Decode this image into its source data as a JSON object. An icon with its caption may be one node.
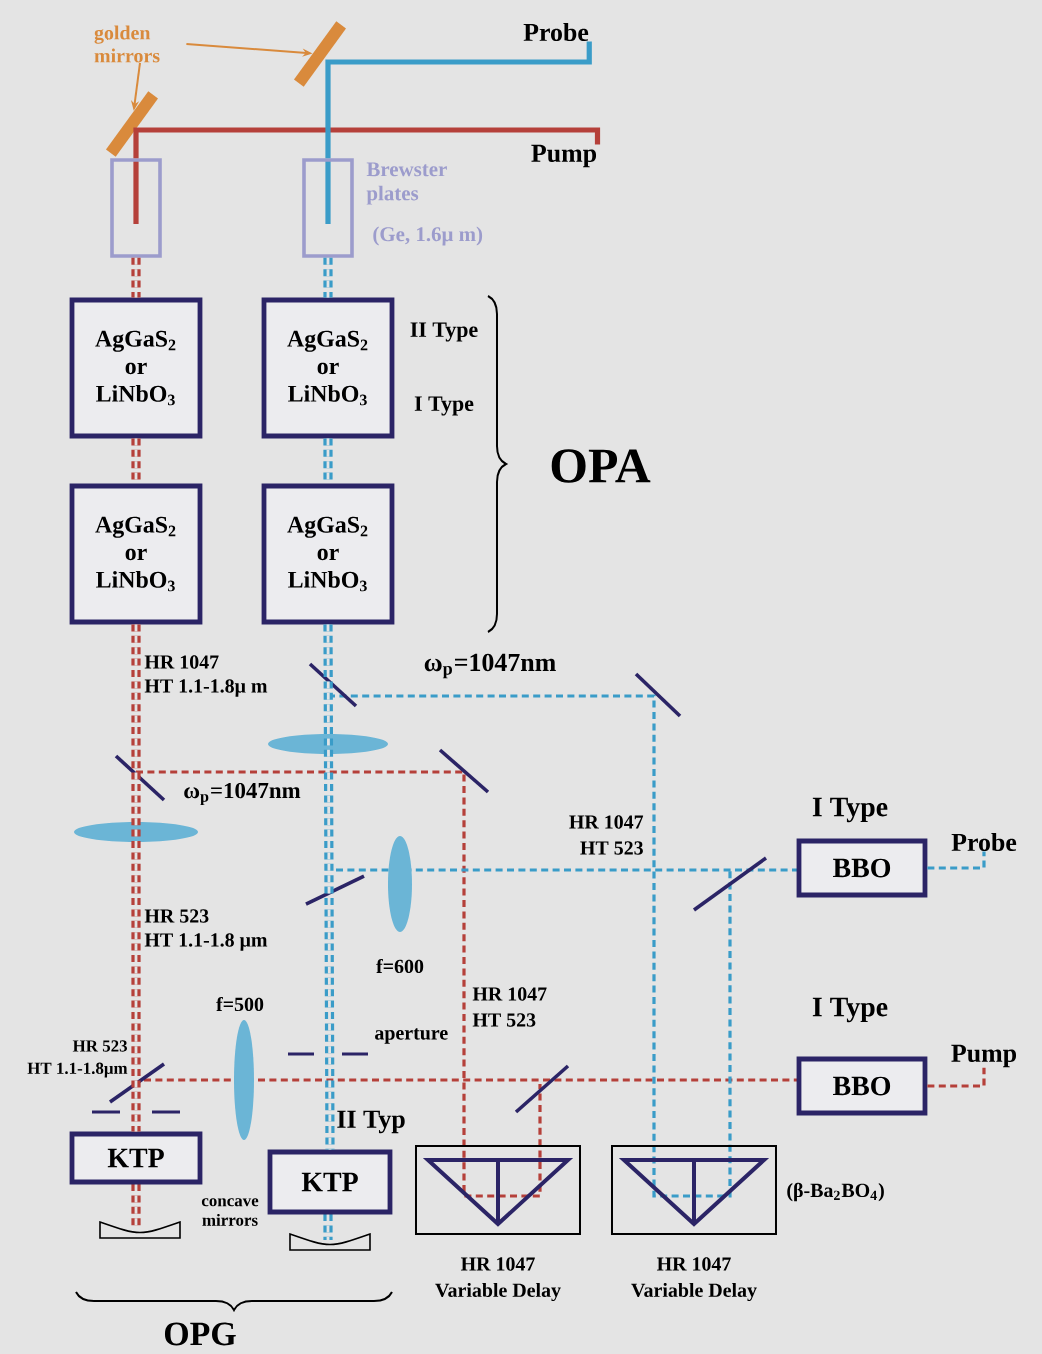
{
  "diagram": {
    "nodes": [
      {
        "text": [
          "golden mirrors"
        ]
      },
      {
        "text": [],
        "shape": "box"
      },
      {
        "text": [],
        "shape": "box",
        "beside": [
          "Brewster plates",
          "(Ge, 1.6μ m)"
        ]
      },
      {
        "text": [
          "AgGaS$_{2}$ or LiNbO$_{3}$"
        ]
      },
      {
        "text": [
          "AgGaS$_{2}$ or LiNbO$_{3}$"
        ],
        "beside": [
          "II Type",
          "I Type"
        ]
      },
      {
        "text": [
          "AgGaS$_{2}$ or LiNbO$_{3}$"
        ]
      },
      {
        "text": [
          "AgGaS$_{2}$ or LiNbO$_{3}$"
        ]
      },
      {
        "text": [
          "BBO"
        ],
        "beside": [
          "I Type"
        ]
      },
      {
        "text": [
          "BBO"
        ],
        "beside": [
          "I Type"
        ]
      },
      {
        "text": [
          "KTP"
        ]
      },
      {
        "text": [
          "KTP"
        ]
      },
      {
        "text": [],
        "shape": "box",
        "beside": [
          "HR 1047",
          "Variable Delay"
        ]
      },
      {
        "text": [],
        "shape": "box",
        "beside": [
          "HR 1047",
          "Variable Delay",
          "(β-Ba$_{2}$BO$_{4}$)"
        ]
      },
      {
        "text": [],
        "shape": "mirror"
      },
      {
        "text": [],
        "shape": "mirror"
      },
      {
        "text": [
          "Pump"
        ]
      },
      {
        "text": [
          "Probe"
        ]
      },
      {
        "text": [
          "Probe"
        ]
      },
      {
        "text": [
          "Pump"
        ]
      }
    ],
    "edges": [
      {
        "from": 0,
        "to": 13,
        "arrow": "to",
        "color": "#d98a3c"
      },
      {
        "from": 0,
        "to": 14,
        "arrow": "to",
        "color": "#d98a3c"
      },
      {
        "from": 1,
        "to": 3,
        "arrow": "none",
        "style": "dashed",
        "color": "#b5403a"
      },
      {
        "from": 2,
        "to": 4,
        "arrow": "none",
        "style": "dashed",
        "color": "#3a9cc8"
      },
      {
        "from": 3,
        "to": 5,
        "arrow": "none",
        "style": "dashed",
        "color": "#b5403a"
      },
      {
        "from": 4,
        "to": 6,
        "arrow": "none",
        "style": "dashed",
        "color": "#3a9cc8"
      },
      {
        "from": 5,
        "to": 9,
        "arrow": "none",
        "style": "dashed",
        "color": "#b5403a"
      },
      {
        "from": 6,
        "to": 10,
        "arrow": "none",
        "style": "dashed",
        "color": "#3a9cc8"
      },
      {
        "from": 15,
        "to": 1,
        "arrow": "none",
        "color": "#b5403a"
      },
      {
        "from": 16,
        "to": 2,
        "arrow": "none",
        "color": "#3a9cc8"
      },
      {
        "from": 7,
        "to": 17,
        "arrow": "none",
        "style": "dashed",
        "color": "#3a9cc8"
      },
      {
        "from": 8,
        "to": 18,
        "arrow": "none",
        "style": "dashed",
        "color": "#b5403a"
      }
    ],
    "labels": [
      "OPA",
      "HR 1047",
      "HT 1.1-1.8μ m",
      "ω$_{p}$=1047nm",
      "ω$_{p}$=1047nm",
      "HR 1047",
      "HT 523",
      "HR 523",
      "HT 1.1-1.8 μm",
      "f=600",
      "f=500",
      "HR 1047",
      "HT 523",
      "HR 523",
      "HT 1.1-1.8μm",
      "aperture",
      "II Typ",
      "concave mirrors",
      "OPG"
    ]
  }
}
